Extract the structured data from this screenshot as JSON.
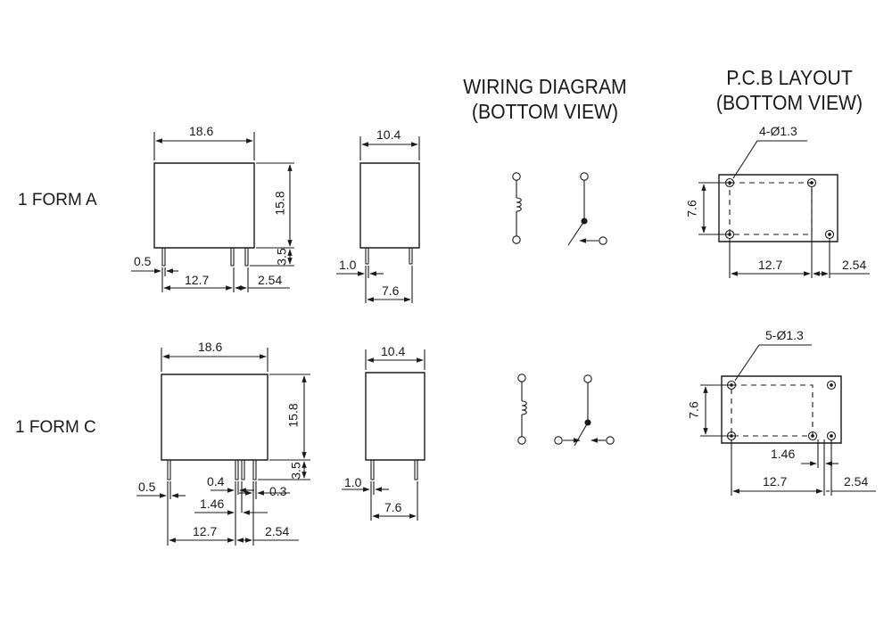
{
  "headings": {
    "wiring_line1": "WIRING DIAGRAM",
    "wiring_line2": "(BOTTOM VIEW)",
    "pcb_line1": "P.C.B LAYOUT",
    "pcb_line2": "(BOTTOM VIEW)"
  },
  "form_a": {
    "label": "1 FORM A",
    "front": {
      "width": "18.6",
      "height": "15.8",
      "pin_length": "3.5",
      "pin_width": "0.5",
      "pin_spacing": "12.7",
      "pin_offset": "2.54"
    },
    "side": {
      "width": "10.4",
      "pin_width": "1.0",
      "pin_spacing": "7.6"
    },
    "pcb": {
      "holes": "4-Ø1.3",
      "height": "7.6",
      "spacing": "12.7",
      "offset": "2.54"
    }
  },
  "form_c": {
    "label": "1 FORM C",
    "front": {
      "width": "18.6",
      "height": "15.8",
      "pin_length": "3.5",
      "pin_width": "0.5",
      "pin_width_mid": "0.4",
      "pin_width_right": "0.3",
      "mid_spacing": "1.46",
      "pin_spacing": "12.7",
      "pin_offset": "2.54"
    },
    "side": {
      "width": "10.4",
      "pin_width": "1.0",
      "pin_spacing": "7.6"
    },
    "pcb": {
      "holes": "5-Ø1.3",
      "height": "7.6",
      "mid_spacing": "1.46",
      "spacing": "12.7",
      "offset": "2.54"
    }
  },
  "colors": {
    "ink": "#1a1a1a",
    "background": "#ffffff"
  }
}
